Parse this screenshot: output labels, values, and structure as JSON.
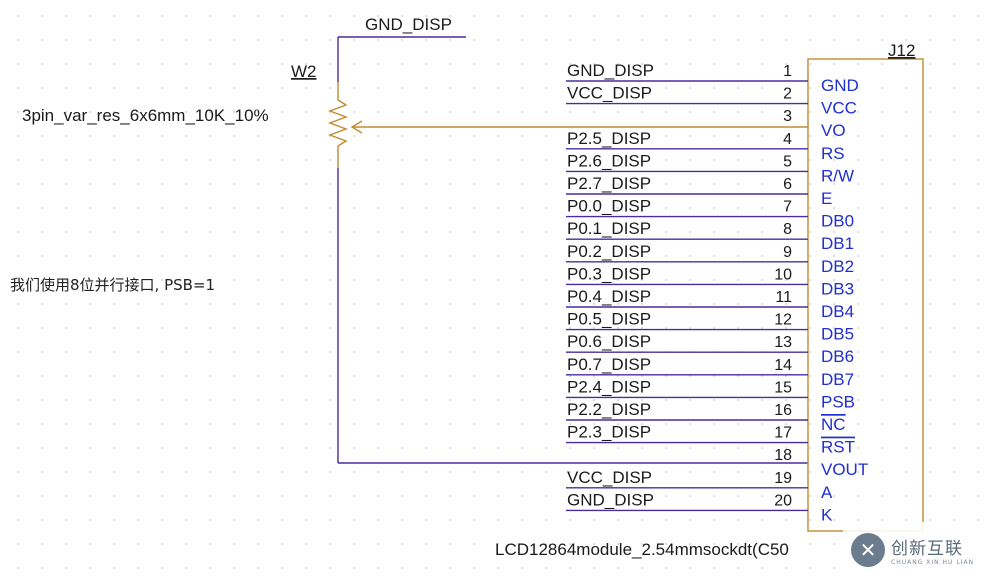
{
  "colors": {
    "wire": "#4a2ca0",
    "component": "#c08a30",
    "pin_name": "#1f2fd0",
    "label": "#1a1a1a"
  },
  "potentiometer": {
    "designator": "W2",
    "value": "3pin_var_res_6x6mm_10K_10%",
    "top_net": "GND_DISP"
  },
  "connector": {
    "designator": "J12",
    "part_name": "LCD12864module_2.54mmsockdt(C50",
    "pins": [
      {
        "num": "1",
        "name": "GND",
        "net": "GND_DISP"
      },
      {
        "num": "2",
        "name": "VCC",
        "net": "VCC_DISP"
      },
      {
        "num": "3",
        "name": "VO",
        "net": ""
      },
      {
        "num": "4",
        "name": "RS",
        "net": "P2.5_DISP"
      },
      {
        "num": "5",
        "name": "R/W",
        "net": "P2.6_DISP"
      },
      {
        "num": "6",
        "name": "E",
        "net": "P2.7_DISP"
      },
      {
        "num": "7",
        "name": "DB0",
        "net": "P0.0_DISP"
      },
      {
        "num": "8",
        "name": "DB1",
        "net": "P0.1_DISP"
      },
      {
        "num": "9",
        "name": "DB2",
        "net": "P0.2_DISP"
      },
      {
        "num": "10",
        "name": "DB3",
        "net": "P0.3_DISP"
      },
      {
        "num": "11",
        "name": "DB4",
        "net": "P0.4_DISP"
      },
      {
        "num": "12",
        "name": "DB5",
        "net": "P0.5_DISP"
      },
      {
        "num": "13",
        "name": "DB6",
        "net": "P0.6_DISP"
      },
      {
        "num": "14",
        "name": "DB7",
        "net": "P0.7_DISP"
      },
      {
        "num": "15",
        "name": "PSB",
        "net": "P2.4_DISP"
      },
      {
        "num": "16",
        "name": "NC",
        "net": "P2.2_DISP"
      },
      {
        "num": "17",
        "name": "RST",
        "net": "P2.3_DISP"
      },
      {
        "num": "18",
        "name": "VOUT",
        "net": ""
      },
      {
        "num": "19",
        "name": "A",
        "net": "VCC_DISP"
      },
      {
        "num": "20",
        "name": "K",
        "net": "GND_DISP"
      }
    ]
  },
  "note": "我们使用8位并行接口, PSB=1",
  "watermark": {
    "text": "创新互联",
    "subtext": "CHUANG XIN HU LIAN",
    "icon": "logo-icon"
  }
}
